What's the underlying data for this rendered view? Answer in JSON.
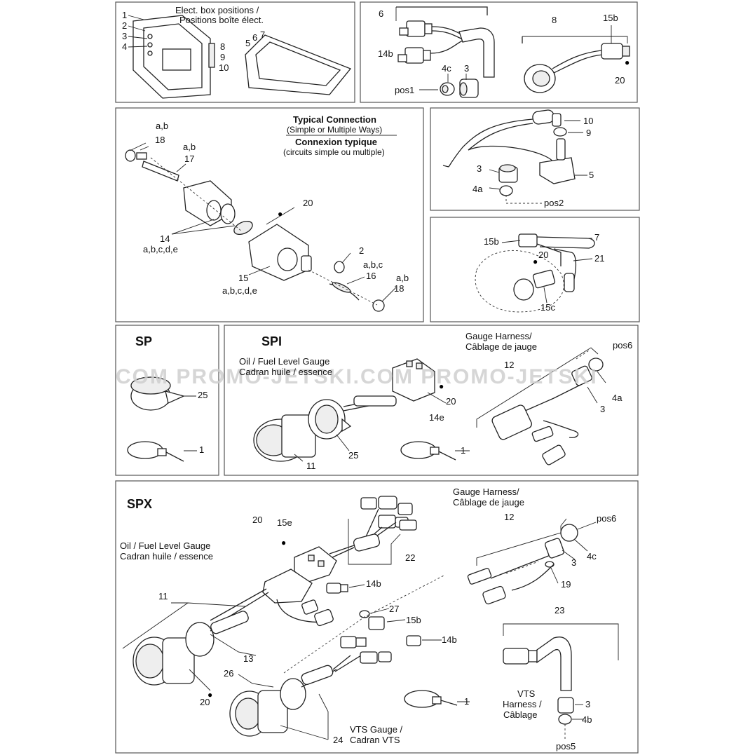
{
  "panels": {
    "elec_box": {
      "title_line1": "Elect. box positions /",
      "title_line2": "Positions boîte élect."
    },
    "typical": {
      "title_en": "Typical Connection",
      "sub_en": "(Simple or Multiple Ways)",
      "title_fr": "Connexion typique",
      "sub_fr": "(circuits simple ou multiple)"
    },
    "sp": {
      "title": "SP"
    },
    "spi": {
      "title": "SPI",
      "gauge_en": "Oil / Fuel Level Gauge",
      "gauge_fr": "Cadran huile / essence",
      "harness_en": "Gauge Harness/",
      "harness_fr": "Câblage de jauge"
    },
    "spx": {
      "title": "SPX",
      "gauge_en": "Oil / Fuel Level Gauge",
      "gauge_fr": "Cadran huile / essence",
      "harness_en": "Gauge Harness/",
      "harness_fr": "Câblage de jauge",
      "vts_gauge_en": "VTS Gauge /",
      "vts_gauge_fr": "Cadran VTS",
      "vts_line1": "VTS",
      "vts_line2": "Harness /",
      "vts_line3": "Câblage"
    }
  },
  "watermark": "COM PROMO-JETSKI.COM PROMO-JETSKI",
  "drop_icon": "drop-icon",
  "callouts": {
    "p1_1": "1",
    "p1_2": "2",
    "p1_3": "3",
    "p1_4": "4",
    "p1_8": "8",
    "p1_9": "9",
    "p1_10": "10",
    "p1_5": "5",
    "p1_6": "6",
    "p1_7": "7",
    "p2_6": "6",
    "p2_14b": "14b",
    "p2_4c": "4c",
    "p2_3": "3",
    "p2_pos1": "pos1",
    "p2_8": "8",
    "p2_15b": "15b",
    "p2_20": "20",
    "p3_ab1": "a,b",
    "p3_18a": "18",
    "p3_ab2": "a,b",
    "p3_17": "17",
    "p3_20": "20",
    "p3_14": "14",
    "p3_14s": "a,b,c,d,e",
    "p3_2": "2",
    "p3_abc": "a,b,c",
    "p3_16": "16",
    "p3_ab3": "a,b",
    "p3_18b": "18",
    "p3_15": "15",
    "p3_15s": "a,b,c,d,e",
    "p4_10": "10",
    "p4_9": "9",
    "p4_3": "3",
    "p4_5": "5",
    "p4_4a": "4a",
    "p4_pos2": "pos2",
    "p5_15b": "15b",
    "p5_7": "7",
    "p5_20": "20",
    "p5_21": "21",
    "p5_15c": "15c",
    "sp_25": "25",
    "sp_1": "1",
    "spi_14e": "14e",
    "spi_20": "20",
    "spi_11": "11",
    "spi_25": "25",
    "spi_1": "1",
    "spi_12": "12",
    "spi_pos6": "pos6",
    "spi_4a": "4a",
    "spi_3": "3",
    "spx_20a": "20",
    "spx_15e": "15e",
    "spx_22": "22",
    "spx_14b1": "14b",
    "spx_11": "11",
    "spx_27": "27",
    "spx_15b": "15b",
    "spx_14b2": "14b",
    "spx_13": "13",
    "spx_26": "26",
    "spx_20b": "20",
    "spx_1": "1",
    "spx_24": "24",
    "spx_12": "12",
    "spx_pos6": "pos6",
    "spx_3a": "3",
    "spx_4c": "4c",
    "spx_19": "19",
    "spx_23": "23",
    "spx_3b": "3",
    "spx_4b": "4b",
    "spx_pos5": "pos5"
  }
}
